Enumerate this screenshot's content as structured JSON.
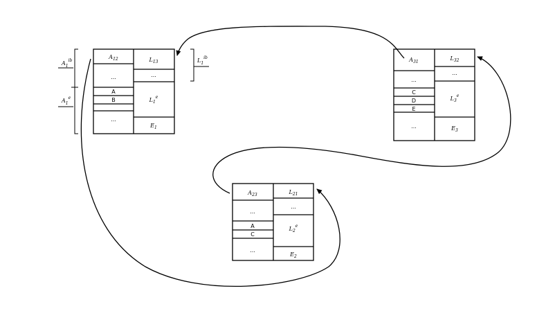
{
  "diagram": {
    "brace_labels": {
      "ib": {
        "main": "A",
        "sub": "1",
        "sup": "ib"
      },
      "e": {
        "main": "A",
        "sub": "1",
        "sup": "e"
      },
      "lib": {
        "main": "L",
        "sub": "1",
        "sup": "ib"
      }
    },
    "block1": {
      "left": {
        "header": {
          "main": "A",
          "sub": "12"
        },
        "dots1": "...",
        "items": [
          "A",
          "B"
        ],
        "dots2": "..."
      },
      "right": {
        "header": {
          "main": "L",
          "sub": "13"
        },
        "dots": "...",
        "mid": {
          "main": "L",
          "sub": "1",
          "sup": "e"
        },
        "foot": {
          "main": "E",
          "sub": "1"
        }
      }
    },
    "block2": {
      "left": {
        "header": {
          "main": "A",
          "sub": "23"
        },
        "dots1": "...",
        "items": [
          "A",
          "C"
        ],
        "dots2": "..."
      },
      "right": {
        "header": {
          "main": "L",
          "sub": "21"
        },
        "dots": "...",
        "mid": {
          "main": "L",
          "sub": "2",
          "sup": "e"
        },
        "foot": {
          "main": "E",
          "sub": "2"
        }
      }
    },
    "block3": {
      "left": {
        "header": {
          "main": "A",
          "sub": "31"
        },
        "dots1": "...",
        "items": [
          "C",
          "D",
          "E"
        ],
        "dots2": "..."
      },
      "right": {
        "header": {
          "main": "L",
          "sub": "32"
        },
        "dots": "...",
        "mid": {
          "main": "L",
          "sub": "3",
          "sup": "e"
        },
        "foot": {
          "main": "E",
          "sub": "3"
        }
      }
    }
  }
}
